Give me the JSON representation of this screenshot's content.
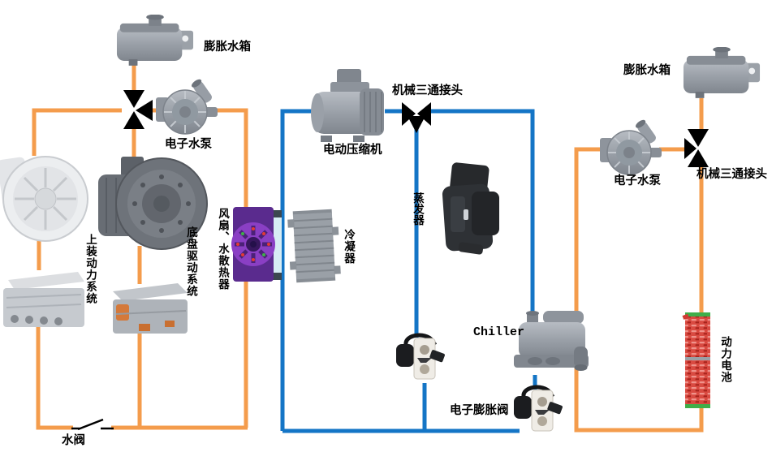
{
  "diagram": {
    "type": "ev-thermal-management-schematic",
    "colors": {
      "coolant_line": "#F49C4C",
      "refrigerant_line": "#1475C6",
      "evaporator_label_bg": "#2FE8EE",
      "valve_symbol": "#000000",
      "battery_red": "#D94A41",
      "battery_green": "#3FAE49",
      "fan_purple": "#8A3FC4"
    },
    "labels": {
      "expansion_tank_left": "膨胀水箱",
      "electric_water_pump_left": "电子水泵",
      "electric_compressor": "电动压缩机",
      "mechanical_tee_top": "机械三通接头",
      "expansion_tank_right": "膨胀水箱",
      "electric_water_pump_right": "电子水泵",
      "mechanical_tee_right": "机械三通接头",
      "evaporator": "蒸发器",
      "condenser": "冷凝器",
      "fan_radiator": "风扇、水散热器",
      "upper_power_system": "上装动力系统",
      "chassis_drive_system": "底盘驱动系统",
      "chiller": "Chiller",
      "electronic_expansion_valve": "电子膨胀阀",
      "power_battery": "动力电池",
      "water_valve": "水阀"
    }
  }
}
